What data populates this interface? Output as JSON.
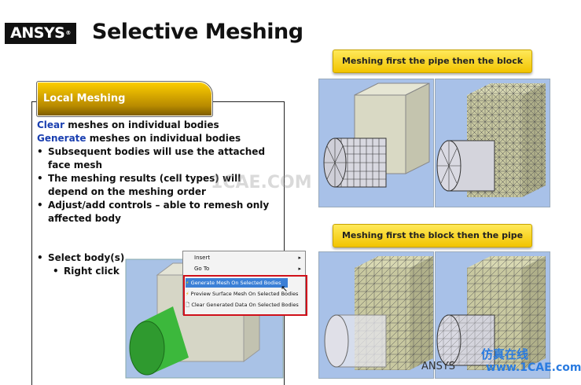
{
  "header": {
    "logo_text": "ANSYS",
    "logo_mark": "®",
    "title": "Selective Meshing"
  },
  "local_meshing": {
    "tab_label": "Local Meshing",
    "line1_keyword": "Clear",
    "line1_rest": " meshes on individual bodies",
    "line2_keyword": "Generate",
    "line2_rest": " meshes on individual bodies",
    "bullets": [
      "Subsequent bodies will use the attached face mesh",
      "The meshing results (cell types) will depend on the meshing order",
      "Adjust/add controls – able to remesh only affected body"
    ],
    "select_bullet": "Select body(s)",
    "sub_bullet": "Right click"
  },
  "context_menu": {
    "items": [
      "Insert",
      "Go To"
    ],
    "actions": [
      "Generate Mesh On Selected Bodies",
      "Preview Surface Mesh On Selected Bodies",
      "Clear Generated Data On Selected Bodies"
    ]
  },
  "figures": {
    "banner_top": "Meshing first the pipe then the block",
    "banner_bottom": "Meshing first the block then the pipe"
  },
  "watermarks": {
    "center": "1CAE.COM",
    "bottom_left": "ANSYS",
    "bottom_right_1": "仿真在线",
    "bottom_right_2": "www.1CAE.com"
  },
  "colors": {
    "accent_blue": "#1a3fb0",
    "banner_yellow": "#ffe95a",
    "tab_gold": "#ffd000",
    "selection_red": "#d0101a"
  }
}
